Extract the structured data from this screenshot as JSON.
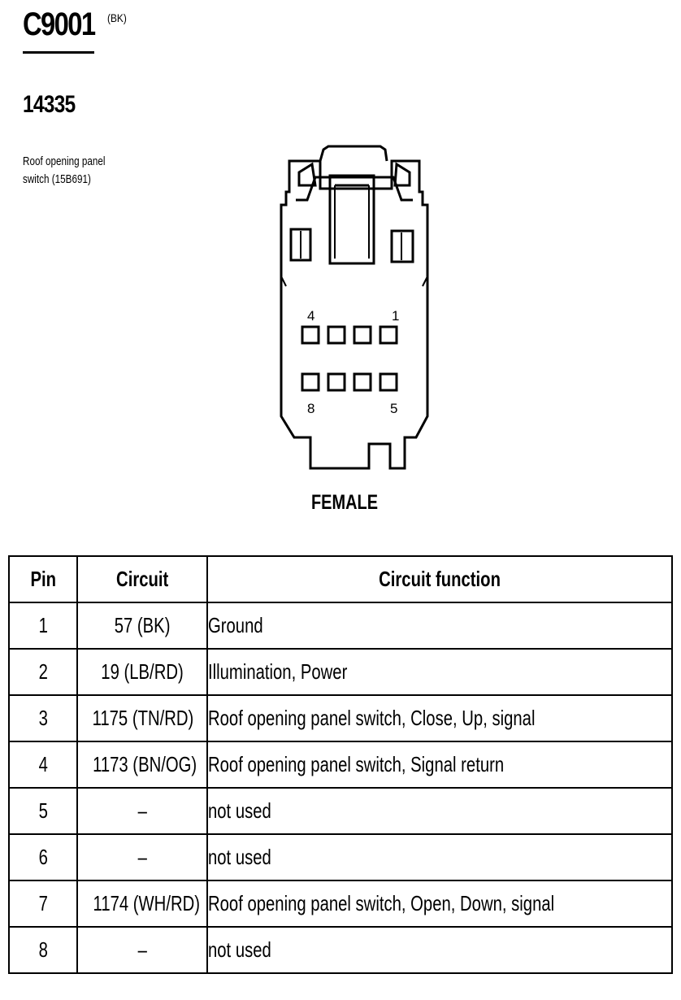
{
  "connector": {
    "id": "C9001",
    "color": "(BK)",
    "part_number": "14335",
    "description_lines": [
      "Roof opening panel",
      "switch (15B691)"
    ],
    "gender": "FEMALE",
    "pin_labels": {
      "top_left": "4",
      "top_right": "1",
      "bottom_left": "8",
      "bottom_right": "5"
    }
  },
  "table": {
    "headers": {
      "pin": "Pin",
      "circuit": "Circuit",
      "function": "Circuit function"
    },
    "rows": [
      {
        "pin": "1",
        "circuit": "57 (BK)",
        "function": "Ground"
      },
      {
        "pin": "2",
        "circuit": "19 (LB/RD)",
        "function": "Illumination, Power"
      },
      {
        "pin": "3",
        "circuit": "1175 (TN/RD)",
        "function": "Roof opening panel switch, Close, Up, signal"
      },
      {
        "pin": "4",
        "circuit": "1173 (BN/OG)",
        "function": "Roof opening panel switch, Signal return"
      },
      {
        "pin": "5",
        "circuit": "–",
        "function": "not used"
      },
      {
        "pin": "6",
        "circuit": "–",
        "function": "not used"
      },
      {
        "pin": "7",
        "circuit": "1174 (WH/RD)",
        "function": "Roof opening panel switch, Open, Down, signal"
      },
      {
        "pin": "8",
        "circuit": "–",
        "function": "not used"
      }
    ]
  }
}
